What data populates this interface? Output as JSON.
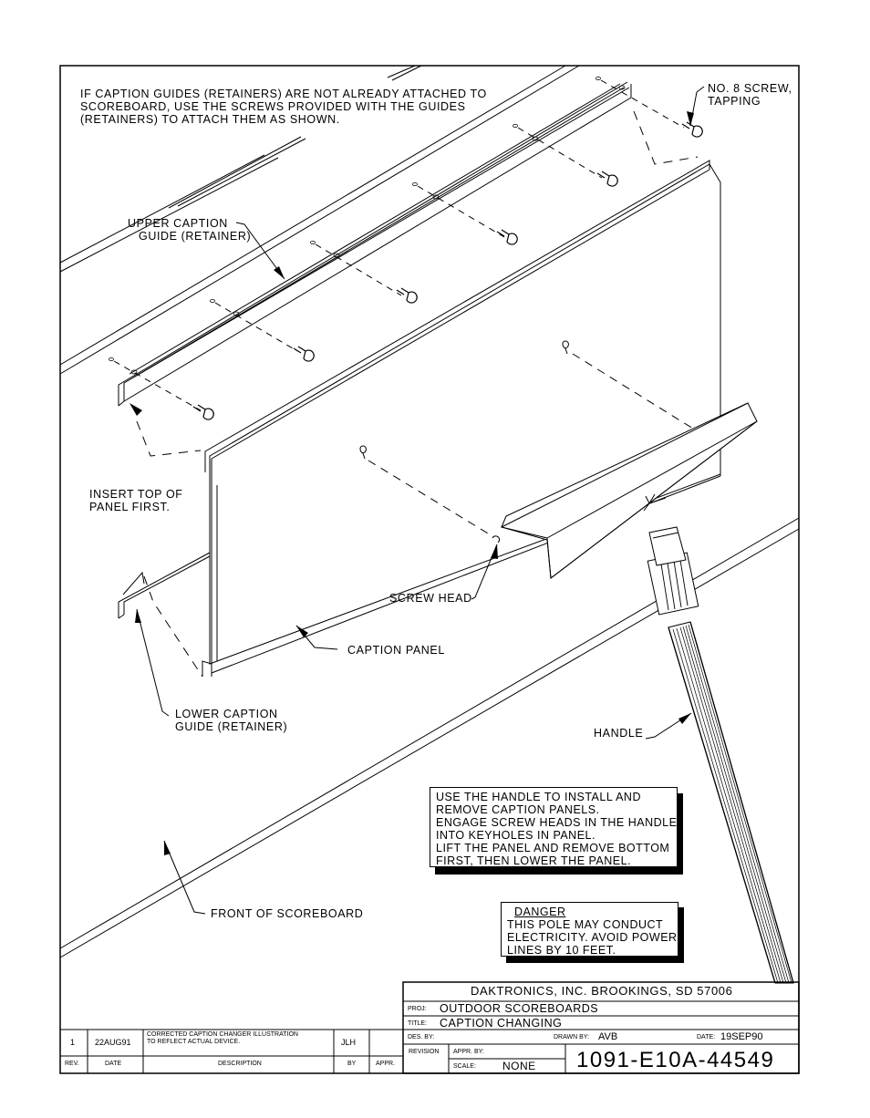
{
  "notes": {
    "top_instruction": [
      "IF CAPTION GUIDES (RETAINERS) ARE NOT ALREADY ATTACHED TO",
      "SCOREBOARD, USE THE SCREWS PROVIDED WITH THE GUIDES",
      "(RETAINERS) TO ATTACH THEM AS SHOWN."
    ],
    "screw_label": [
      "NO. 8 SCREW,",
      "TAPPING"
    ],
    "upper_guide_label": [
      "UPPER CAPTION",
      "GUIDE (RETAINER)"
    ],
    "insert_label": [
      "INSERT TOP OF",
      "PANEL FIRST."
    ],
    "screw_head_label": "SCREW HEAD",
    "caption_panel_label": "CAPTION PANEL",
    "lower_guide_label": [
      "LOWER CAPTION",
      "GUIDE (RETAINER)"
    ],
    "handle_label": "HANDLE",
    "front_label": "FRONT OF SCOREBOARD",
    "usage_box": [
      "USE THE HANDLE TO INSTALL AND",
      "REMOVE CAPTION PANELS.",
      "ENGAGE SCREW HEADS IN THE HANDLE",
      "INTO KEYHOLES IN PANEL.",
      "LIFT THE PANEL AND REMOVE BOTTOM",
      "FIRST, THEN LOWER THE PANEL."
    ],
    "danger_box": {
      "heading": "DANGER",
      "lines": [
        "THIS POLE MAY CONDUCT",
        "ELECTRICITY.  AVOID POWER",
        "LINES BY 10 FEET."
      ]
    }
  },
  "title_block": {
    "company": "DAKTRONICS, INC.   BROOKINGS, SD 57006",
    "proj_label": "PROJ:",
    "proj_value": "OUTDOOR SCOREBOARDS",
    "title_label": "TITLE:",
    "title_value": "CAPTION CHANGING",
    "des_label": "DES. BY:",
    "drawn_label": "DRAWN BY:",
    "drawn_value": "AVB",
    "date_label": "DATE:",
    "date_value": "19SEP90",
    "revision_label": "REVISION",
    "appr_label": "APPR. BY:",
    "scale_label": "SCALE:",
    "scale_value": "NONE",
    "drawing_number": "1091-E10A-44549"
  },
  "revision_block": {
    "headers": {
      "rev": "REV.",
      "date": "DATE",
      "description": "DESCRIPTION",
      "by": "BY",
      "appr": "APPR."
    },
    "row": {
      "rev": "1",
      "date": "22AUG91",
      "description": [
        "CORRECTED CAPTION CHANGER ILLUSTRATION",
        "TO REFLECT ACTUAL DEVICE."
      ],
      "by": "JLH"
    }
  }
}
